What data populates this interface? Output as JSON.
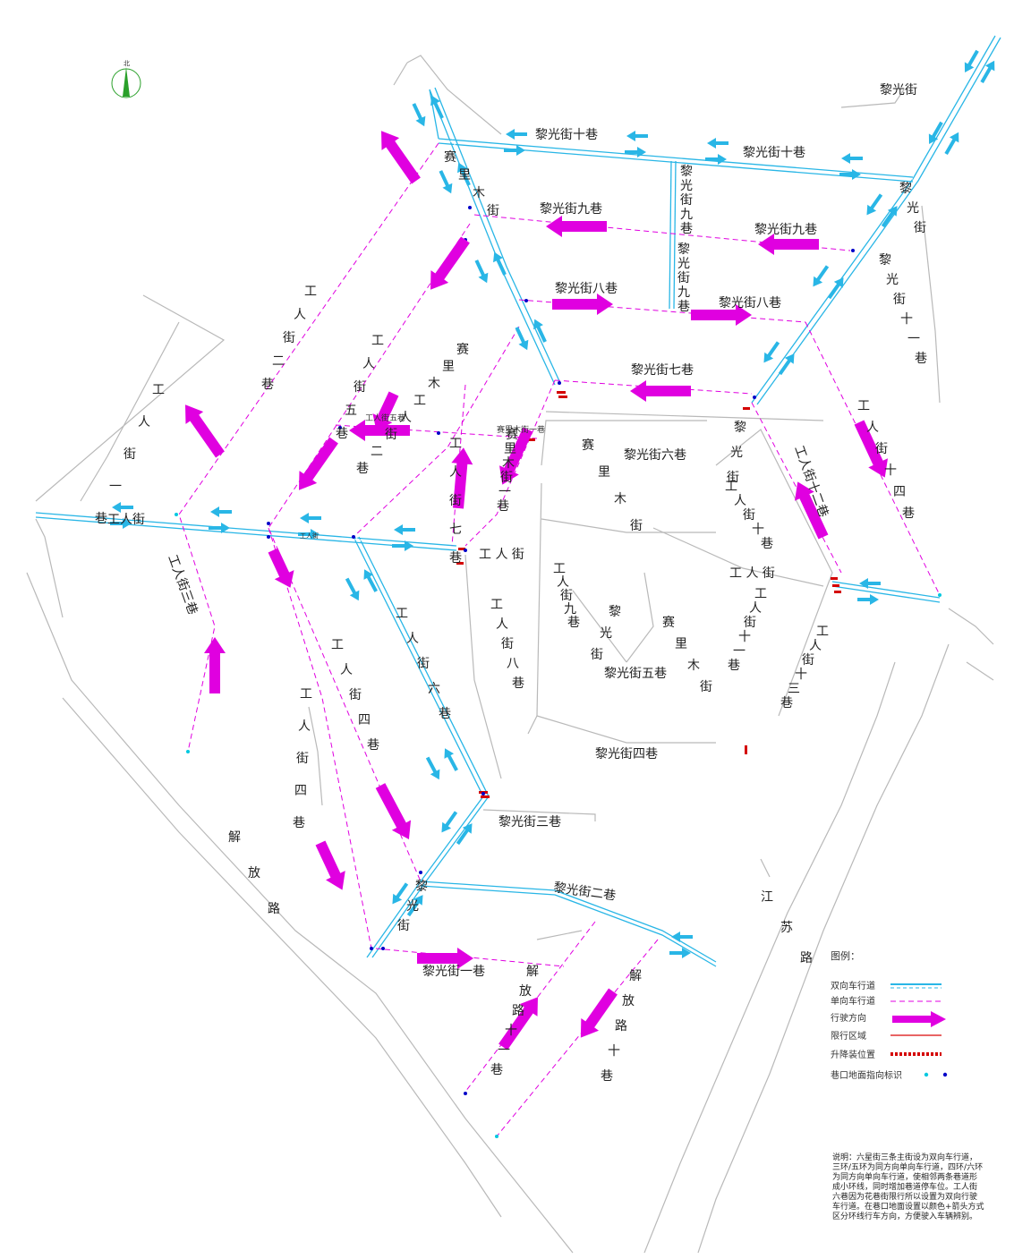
{
  "colors": {
    "two_way": "#29b6e6",
    "one_way": "#e000e0",
    "restricted": "#e03030",
    "bollard": "#d40000",
    "marker_a": "#00c8e0",
    "marker_b": "#0000c8"
  },
  "compass": {
    "label": "北"
  },
  "labels": {
    "liguangjie": "黎光街",
    "lg10": "黎光街十巷",
    "lg10b": "黎光街十巷",
    "lg9": "黎光街九巷",
    "lg9b": "黎光街九巷",
    "lg8": "黎光街八巷",
    "lg8b": "黎光街八巷",
    "lg7": "黎光街七巷",
    "lg6": "黎光街六巷",
    "lg5": "黎光街五巷",
    "lg4": "黎光街四巷",
    "lg3": "黎光街三巷",
    "lg2": "黎光街二巷",
    "lg1": "黎光街一巷",
    "gr5": "工人街五巷",
    "slmj1": "赛里木街一巷",
    "gr_w": "工人街",
    "gr_c": "工 人 街",
    "gr_e": "工 人 街",
    "gr3": "工人街三巷",
    "gr12": "工人街十二巷",
    "dajie_small": "工人街"
  },
  "vlabels": {
    "sailimu_n": "赛里木街",
    "lg9v_a": "黎光街九巷",
    "lg9v_b": "黎光街九巷",
    "lg_ne": "黎光街",
    "lg11": "黎光街十一巷",
    "gr14": "工人街十四巷",
    "gr1": "工人街一巷",
    "gr2": "工人街二巷",
    "gr5v": "工人街五巷",
    "slm_gr2": "赛里木工人街二巷",
    "gr7": "工人街七巷",
    "slm1": "赛里木街一巷",
    "slm_c": "赛里木街",
    "lg_c": "黎光街",
    "gr10": "工人街十巷",
    "gr9": "工人街九巷",
    "lg_cs": "黎光街",
    "slm_cs": "赛里木街",
    "gr11": "工人街十一巷",
    "gr13": "工人街十三巷",
    "gr8": "工人街八巷",
    "gr6": "工人街六巷",
    "gr4a": "工人街四巷",
    "gr4b": "工人街四巷",
    "jiefang": "解放路",
    "lg_s": "黎光街",
    "jf11": "解放路十一巷",
    "jf10": "解放路十巷",
    "jiangsu": "江苏路"
  },
  "legend": {
    "title": "图例：",
    "items": [
      "双向车行道",
      "单向车行道",
      "行驶方向",
      "限行区域",
      "升降装位置",
      "巷口地面指向标识"
    ]
  },
  "note": "说明：六星街三条主街设为双向车行道，三环/五环为同方向单向车行道，四环/六环为同方向单向车行道，使相邻两条巷道形成小环线，同时增加巷道停车位。工人街六巷因为花巷街限行所以设置为双向行驶车行道。在巷口地面设置以颜色+箭头方式区分环线行车方向，方便驶入车辆辨别。"
}
